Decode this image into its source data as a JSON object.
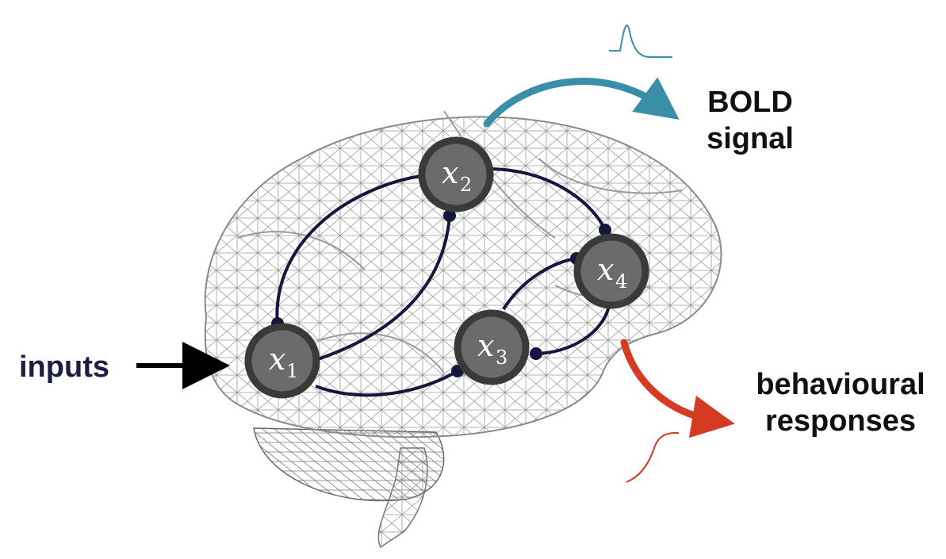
{
  "labels": {
    "inputs": "inputs",
    "bold_line1": "BOLD",
    "bold_line2": "signal",
    "behav_line1": "behavioural",
    "behav_line2": "responses"
  },
  "nodes": [
    {
      "id": "x1",
      "var": "x",
      "sub": "1"
    },
    {
      "id": "x2",
      "var": "x",
      "sub": "2"
    },
    {
      "id": "x3",
      "var": "x",
      "sub": "3"
    },
    {
      "id": "x4",
      "var": "x",
      "sub": "4"
    }
  ],
  "colors": {
    "connection": "#14163d",
    "node_fill": "#6b6b6b",
    "node_ring": "#3a3a3a",
    "bold_arrow": "#3a8fa8",
    "behaviour_arrow": "#d53a22",
    "input_arrow": "#000000",
    "brain_mesh": "#8a8a8a"
  },
  "icons": [
    "brain-mesh-illustration",
    "hrf-curve-icon",
    "sigmoid-response-icon"
  ]
}
